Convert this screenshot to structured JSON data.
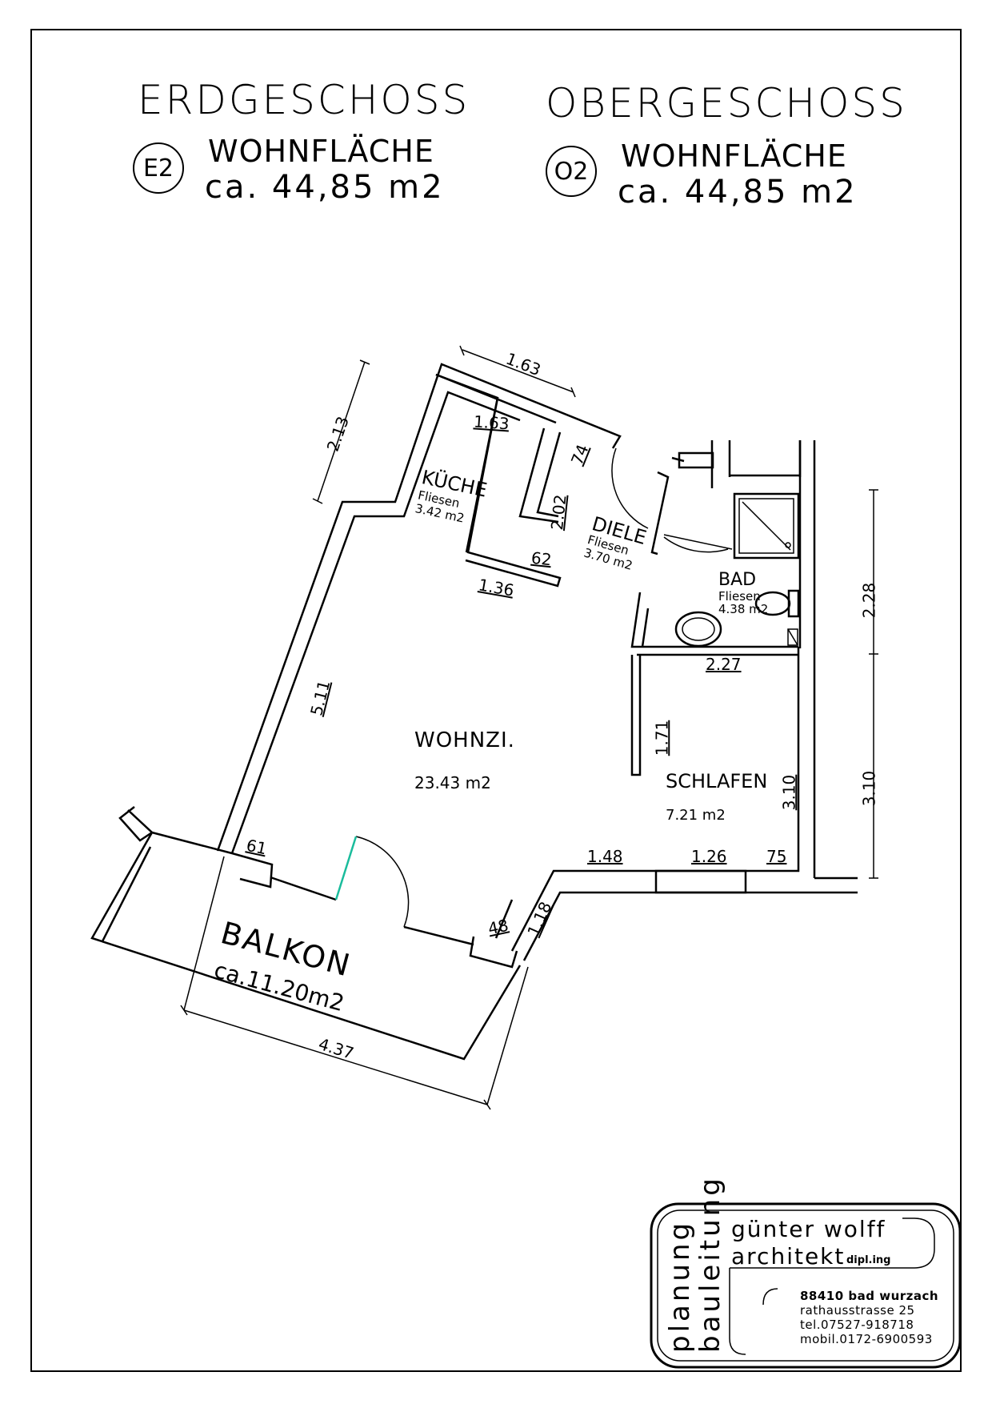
{
  "header": {
    "left": {
      "title": "ERDGESCHOSS",
      "badge": "E2",
      "label": "WOHNFLÄCHE",
      "area": "ca. 44,85 m2"
    },
    "right": {
      "title": "OBERGESCHOSS",
      "badge": "O2",
      "label": "WOHNFLÄCHE",
      "area": "ca. 44,85 m2"
    }
  },
  "rooms": {
    "kueche": {
      "name": "KÜCHE",
      "floor": "Fliesen",
      "area": "3.42 m2"
    },
    "diele": {
      "name": "DIELE",
      "floor": "Fliesen",
      "area": "3.70 m2"
    },
    "bad": {
      "name": "BAD",
      "floor": "Fliesen",
      "area": "4.38 m2"
    },
    "wohnzi": {
      "name": "WOHNZI.",
      "area": "23.43 m2"
    },
    "schlafen": {
      "name": "SCHLAFEN",
      "area": "7.21 m2"
    },
    "balkon": {
      "name": "BALKON",
      "area": "ca.11.20m2"
    }
  },
  "dimensions": {
    "top_outer": "1.63",
    "left_top": "2.13",
    "kueche_top": "1.63",
    "kueche_74": "74",
    "kueche_height": "2.02",
    "kueche_62": "62",
    "kueche_bottom": "1.36",
    "left_wall": "5.11",
    "bad_bottom": "2.27",
    "schlafen_171": "1.71",
    "schlafen_height": "3.10",
    "right_upper": "2.28",
    "right_lower": "3.10",
    "d_61": "61",
    "d_148": "1.48",
    "d_126": "1.26",
    "d_75": "75",
    "d_118": "1.18",
    "d_48": "48",
    "balkon_width": "4.37"
  },
  "stamp": {
    "vertical_1": "planung",
    "vertical_2": "bauleitung",
    "name": "günter wolff",
    "title": "architekt",
    "title_suffix": "dipl.ing",
    "address_1": "88410 bad wurzach",
    "address_2": "rathausstrasse 25",
    "phone": "tel.07527-918718",
    "mobile": "mobil.0172-6900593"
  },
  "colors": {
    "ink": "#000000",
    "door_accent": "#1abc9c"
  }
}
